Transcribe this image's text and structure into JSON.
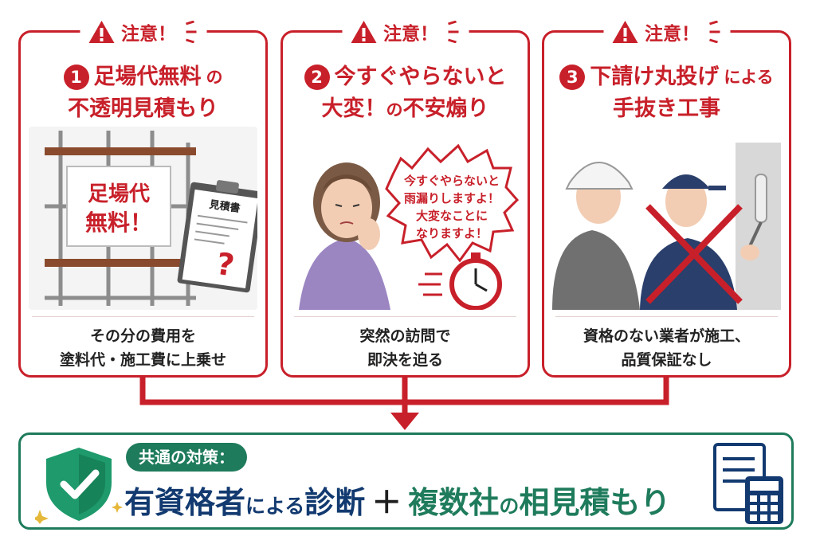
{
  "caution_label": "注意！",
  "cards": [
    {
      "number": "1",
      "title_line1": "足場代無料",
      "title_line1_suffix": "の",
      "title_line2": "不透明見積もり",
      "sign_line1": "足場代",
      "sign_line2": "無料！",
      "doc_title": "見積書",
      "desc_line1": "その分の費用を",
      "desc_line2": "塗料代・施工費に上乗せ"
    },
    {
      "number": "2",
      "title_line1": "今すぐやらないと",
      "title_line2_a": "大変！",
      "title_line2_b": "の",
      "title_line2_c": "不安煽り",
      "bubble_lines": [
        "今すぐやらないと",
        "雨漏りしますよ！",
        "大変なことに",
        "なりますよ！"
      ],
      "desc_line1": "突然の訪問で",
      "desc_line2": "即決を迫る"
    },
    {
      "number": "3",
      "title_line1_a": "下請け丸投げ",
      "title_line1_b": "による",
      "title_line2": "手抜き工事",
      "desc_line1": "資格のない業者が施工、",
      "desc_line2": "品質保証なし"
    }
  ],
  "solution": {
    "pill_label": "共通の対策：",
    "part1": "有資格者",
    "part2": "による",
    "part3": "診断",
    "plus": "＋",
    "part4": "複数社",
    "part5": "の",
    "part6": "相見積もり"
  },
  "colors": {
    "red": "#c8202a",
    "green": "#1e7b5b",
    "navy": "#123a70"
  },
  "icons": [
    "warning-icon",
    "shield-check-icon",
    "document-icon",
    "calculator-icon",
    "stopwatch-icon",
    "question-icon"
  ]
}
